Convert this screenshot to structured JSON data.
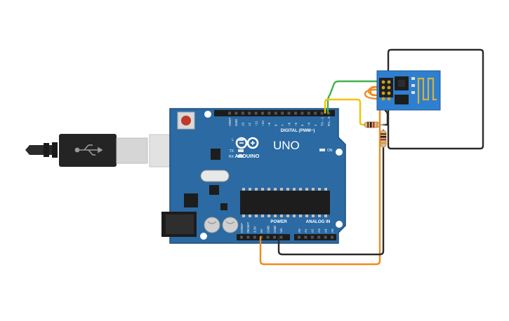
{
  "board": {
    "brand": "ARDUINO",
    "model": "UNO",
    "digital_label": "DIGITAL (PWM~)",
    "power_label": "POWER",
    "analog_label": "ANALOG IN",
    "led_l": "L",
    "led_tx": "TX",
    "led_rx": "RX",
    "led_on": "ON",
    "digital_pins": [
      "AREF",
      "GND",
      "13",
      "12",
      "~11",
      "~10",
      "~9",
      "8",
      "7",
      "~6",
      "~5",
      "4",
      "~3",
      "2",
      "TX→1",
      "RX←0"
    ],
    "power_pins": [
      "IOREF",
      "RESET",
      "3.3V",
      "5V",
      "GND",
      "GND",
      "Vin"
    ],
    "analog_pins": [
      "A0",
      "A1",
      "A2",
      "A3",
      "A4",
      "A5"
    ]
  },
  "colors": {
    "board": "#2b6aa3",
    "board_edge": "#1f4f7c",
    "wire_green": "#3fb24a",
    "wire_yellow": "#f2c300",
    "wire_orange": "#f08a1c",
    "wire_black": "#2a2a2a",
    "module": "#2e7fd0"
  },
  "components": {
    "usb_cable": "usb-plug-icon",
    "wifi_module": "esp8266-module",
    "resistors": 2
  }
}
